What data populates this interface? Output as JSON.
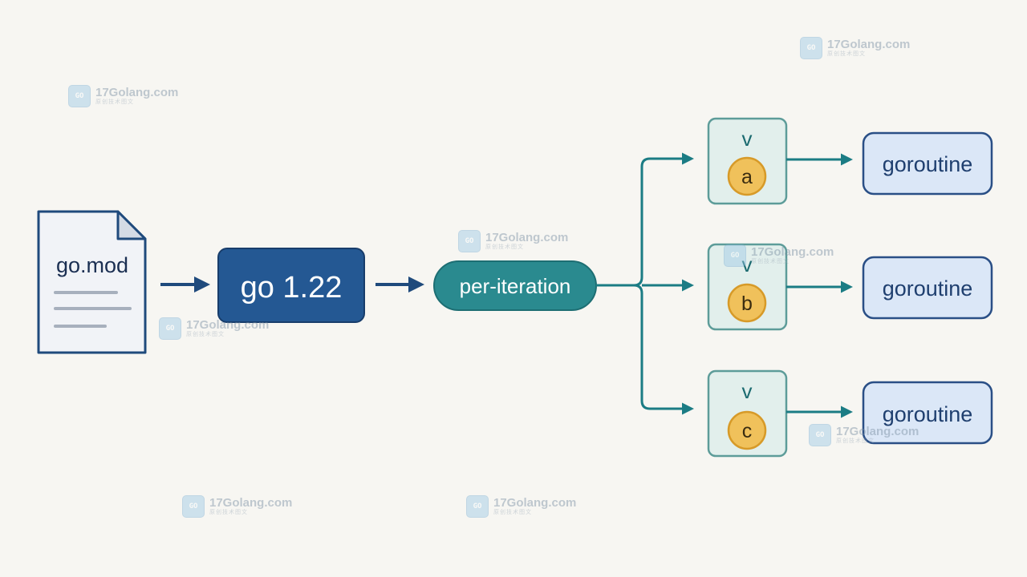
{
  "diagram": {
    "file": {
      "label": "go.mod"
    },
    "version": {
      "label": "go 1.22"
    },
    "mode": {
      "label": "per-iteration"
    },
    "loop_vars": [
      {
        "name": "v",
        "value": "a"
      },
      {
        "name": "v",
        "value": "b"
      },
      {
        "name": "v",
        "value": "c"
      }
    ],
    "goroutines": [
      {
        "label": "goroutine"
      },
      {
        "label": "goroutine"
      },
      {
        "label": "goroutine"
      }
    ]
  },
  "watermark": {
    "site": "17Golang.com",
    "subtitle": "原创技术图文",
    "logo_text": "GO"
  },
  "colors": {
    "navy": "#1f4a7c",
    "version_fill": "#245893",
    "teal": "#1b7c84",
    "teal_fill": "#2a8a8f",
    "var_fill": "#e2efec",
    "var_border": "#5d9c99",
    "value_fill": "#f0c15b",
    "value_border": "#d79a28",
    "goroutine_fill": "#dbe7f7",
    "goroutine_border": "#2a4f86",
    "file_fill": "#f1f3f7"
  }
}
